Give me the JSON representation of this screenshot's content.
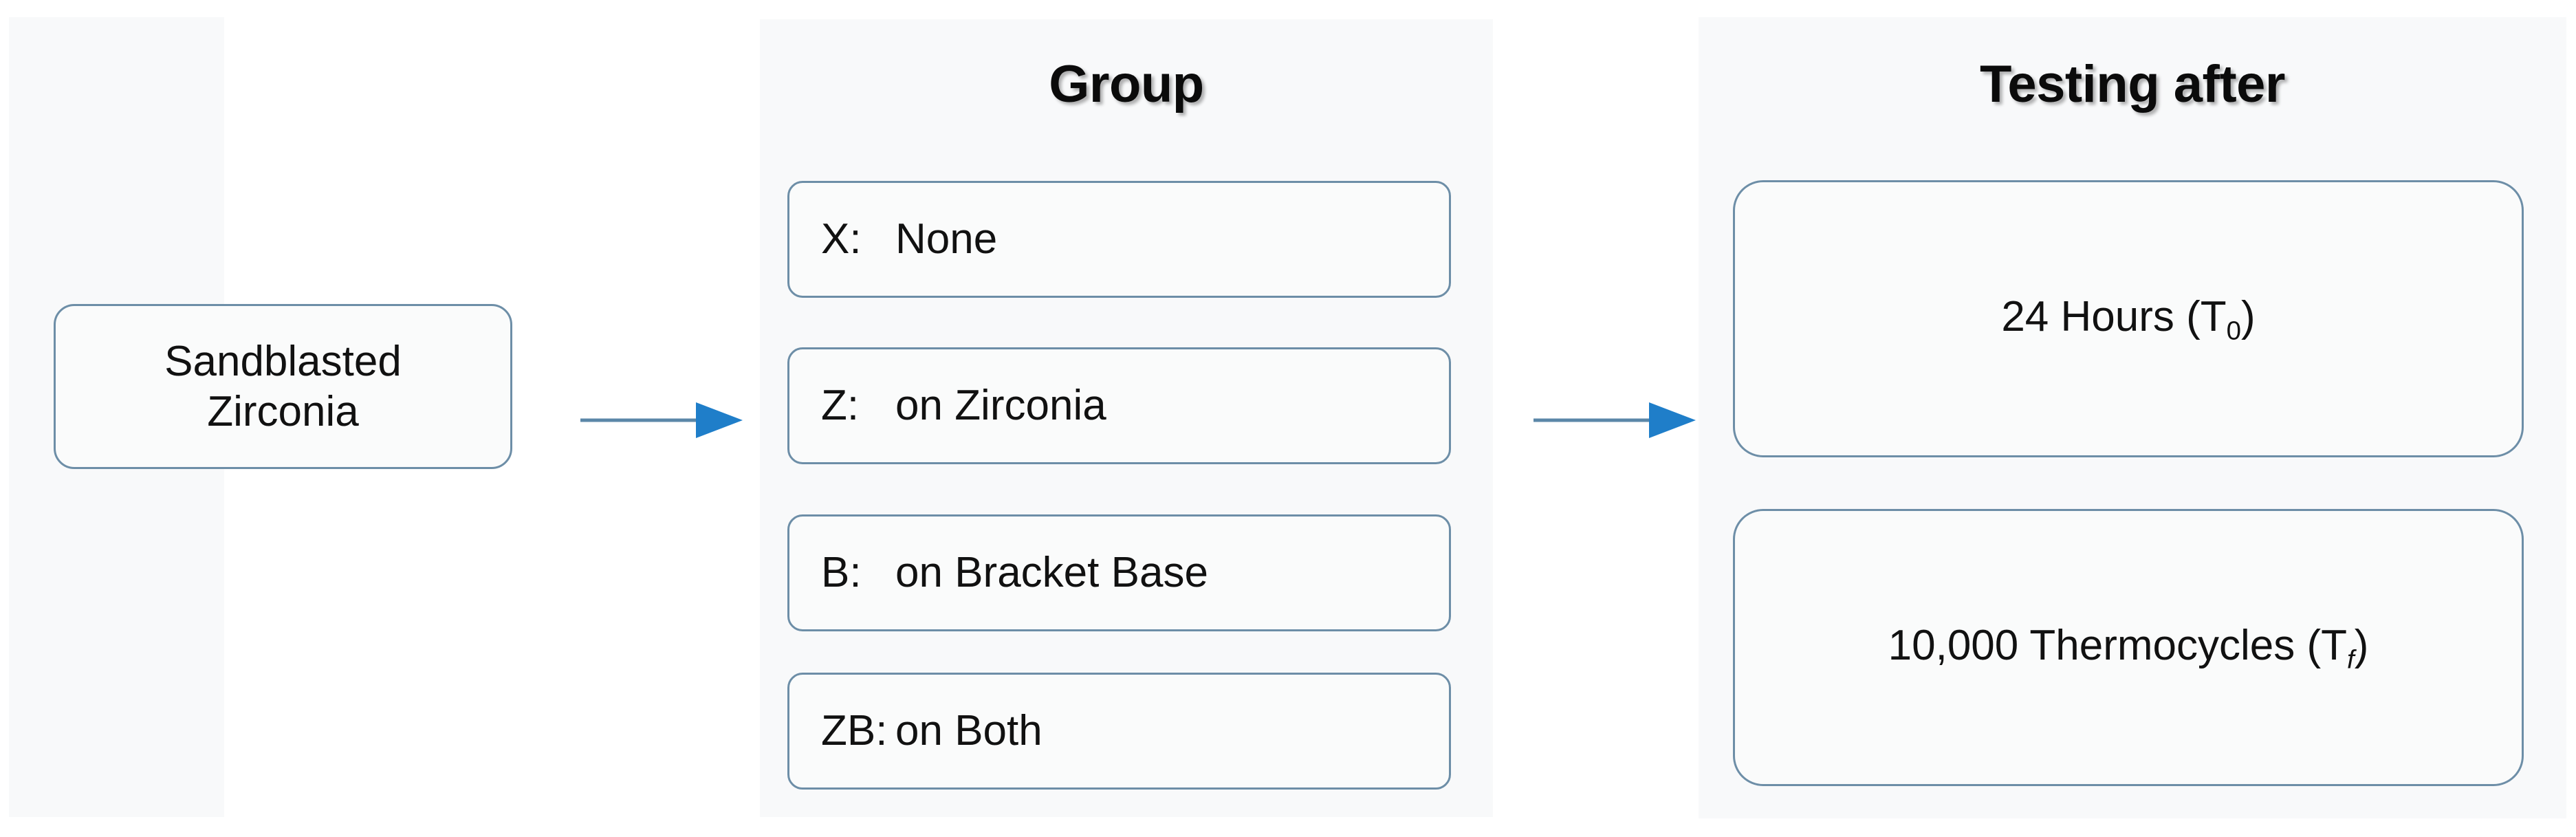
{
  "diagram": {
    "title": "Experimental design flow: sandblasted zirconia, primer group, testing time point",
    "colors": {
      "page_background": "#ffffff",
      "panel_background": "#f8f9fa",
      "box_fill": "#fafbfb",
      "box_border": "#6d8ea7",
      "arrow": "#1f7ec9",
      "arrow_line": "#5b87a8",
      "text": "#111111",
      "heading": "#0b0b0b"
    },
    "source": {
      "box_label": "Sandblasted\nZirconia",
      "line_1": "Sandblasted",
      "line_2": "Zirconia"
    },
    "group": {
      "heading": "Group",
      "items": [
        {
          "code": "X:",
          "description": "None"
        },
        {
          "code": "Z:",
          "description": "on Zirconia"
        },
        {
          "code": "B:",
          "description": "on Bracket Base"
        },
        {
          "code": "ZB:",
          "description": "on Both"
        }
      ]
    },
    "testing": {
      "heading": "Testing after",
      "items": [
        {
          "prefix": "24 Hours (T",
          "subscript": "0",
          "suffix": ")",
          "full_text": "24 Hours (T0)"
        },
        {
          "prefix": "10,000 Thermocycles (T",
          "subscript": "f",
          "suffix": ")",
          "full_text": "10,000 Thermocycles (Tf)"
        }
      ]
    },
    "arrows": [
      {
        "name": "source-to-group",
        "direction": "right"
      },
      {
        "name": "group-to-testing",
        "direction": "right"
      }
    ]
  }
}
